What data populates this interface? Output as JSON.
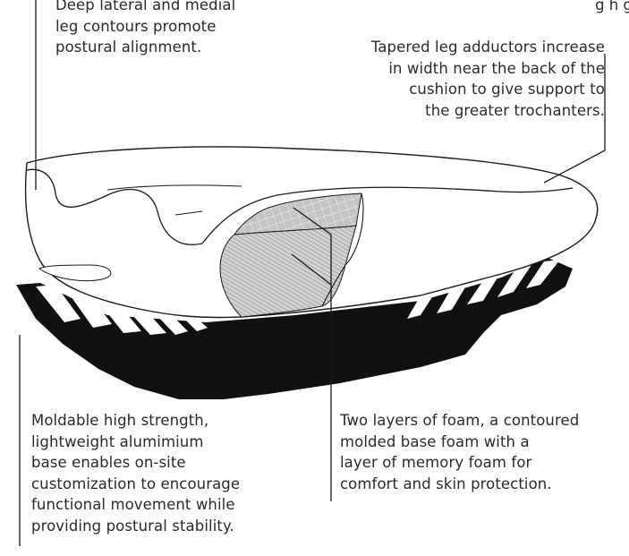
{
  "callouts": {
    "contours": "Deep lateral and medial\nleg contours promote\npostural alignment.",
    "adductors": "Tapered leg adductors increase\nin width near the back of the\ncushion to give support to\nthe greater trochanters.",
    "base": "Moldable high strength,\nlightweight alumimium\nbase enables on-site\ncustomization to encourage\nfunctional movement while\nproviding postural stability.",
    "foam": "Two layers of foam, a contoured\nmolded base foam with a\nlayer of memory foam for\ncomfort and skin protection.",
    "top_right_fragment": "g  h g"
  },
  "colors": {
    "ink": "#111111",
    "text": "#2a2a2a",
    "foam_fill": "#c8c8c8",
    "background": "#ffffff"
  }
}
